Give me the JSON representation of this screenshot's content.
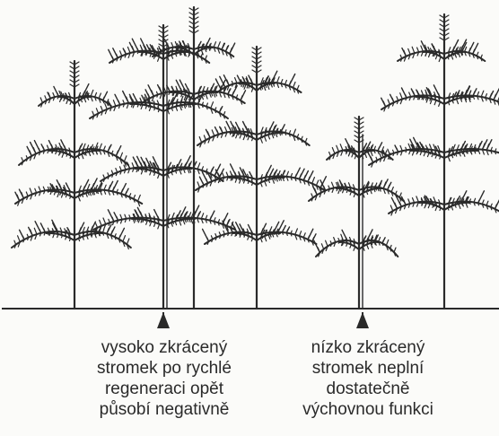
{
  "captions": {
    "left": {
      "line1": "vysoko zkrácený",
      "line2": "stromek po rychlé",
      "line3": "regeneraci opět",
      "line4": "působí negativně"
    },
    "right": {
      "line1": "nízko zkrácený",
      "line2": "stromek neplní",
      "line3": "dostatečně",
      "line4": "výchovnou funkci"
    }
  },
  "colors": {
    "ink": "#2a2a2a",
    "background": "#fbfbf9"
  }
}
